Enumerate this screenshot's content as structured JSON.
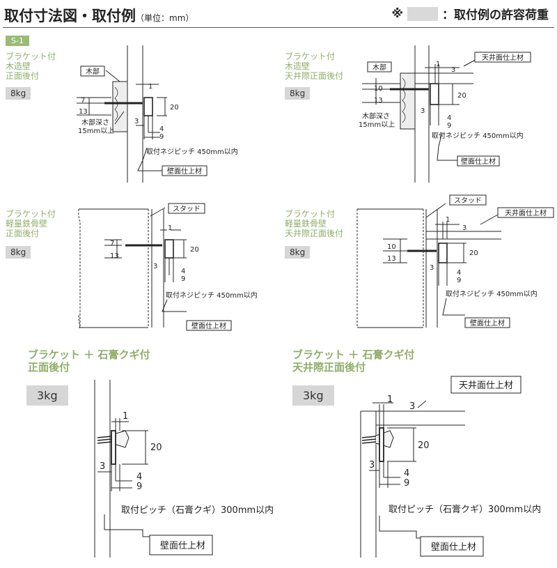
{
  "header": {
    "title": "取付寸法図・取付例",
    "unit": "（単位：mm）",
    "legend_mark": "※",
    "legend_text": "：取付例の許容荷重"
  },
  "series_tag": "S-1",
  "panels": [
    {
      "title": [
        "ブラケット付",
        "木造壁",
        "正面後付"
      ],
      "load": "8kg"
    },
    {
      "title": [
        "ブラケット付",
        "木造壁",
        "天井際正面後付"
      ],
      "load": "8kg"
    },
    {
      "title": [
        "ブラケット付",
        "軽量鉄骨壁",
        "正面後付"
      ],
      "load": "8kg"
    },
    {
      "title": [
        "ブラケット付",
        "軽量鉄骨壁",
        "天井際正面後付"
      ],
      "load": "8kg"
    },
    {
      "title": [
        "ブラケット ＋ 石膏クギ付",
        "正面後付"
      ],
      "load": "3kg"
    },
    {
      "title": [
        "ブラケット ＋ 石膏クギ付",
        "天井際正面後付"
      ],
      "load": "3kg"
    }
  ],
  "labels": {
    "wood": "木部",
    "wood_depth": [
      "木部深さ",
      "15mm以上"
    ],
    "stud": "スタッド",
    "wall_finish": "壁面仕上材",
    "ceiling_finish": "天井面仕上材",
    "screw_pitch": "取付ネジピッチ 450mm以内",
    "nail_pitch": "取付ピッチ（石膏クギ）300mm以内"
  },
  "dims": {
    "d1": "1",
    "d3": "3",
    "d4": "4",
    "d7": "7",
    "d9": "9",
    "d10": "10",
    "d13": "13",
    "d20": "20"
  }
}
